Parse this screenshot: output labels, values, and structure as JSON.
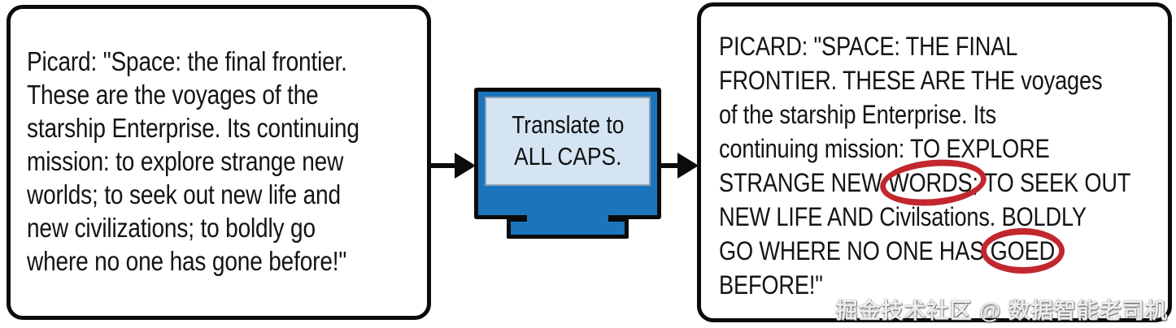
{
  "colors": {
    "background": "#ffffff",
    "outline_black": "#0b0b0b",
    "text": "#141414",
    "monitor_frame_blue": "#1b75bc",
    "monitor_screen_blue": "#d5e4f2",
    "annotation_red": "#c1272d",
    "watermark_gray": "#ececec"
  },
  "input_box": {
    "text": "Picard: \"Space: the final frontier.\nThese are the voyages of the\nstarship Enterprise. Its continuing\nmission: to explore strange new\nworlds; to seek out new life and\nnew civilizations; to boldly go\nwhere no one has gone before!\""
  },
  "processor": {
    "label": "Translate to\nALL CAPS."
  },
  "output_box": {
    "segments": [
      {
        "text": "PICARD: \"SPACE: THE FINAL\nFRONTIER. THESE ARE THE voyages\nof the starship Enterprise. Its\ncontinuing mission: TO EXPLORE\nSTRANGE NEW ",
        "circled": false
      },
      {
        "text": "WORDS;",
        "circled": true
      },
      {
        "text": " TO SEEK OUT\nNEW LIFE AND Civilsations. BOLDLY\nGO WHERE NO ONE HAS ",
        "circled": false
      },
      {
        "text": "GOED",
        "circled": true
      },
      {
        "text": "\nBEFORE!\"",
        "circled": false
      }
    ]
  },
  "watermark": {
    "text": "掘金技术社区 @ 数据智能老司机"
  }
}
